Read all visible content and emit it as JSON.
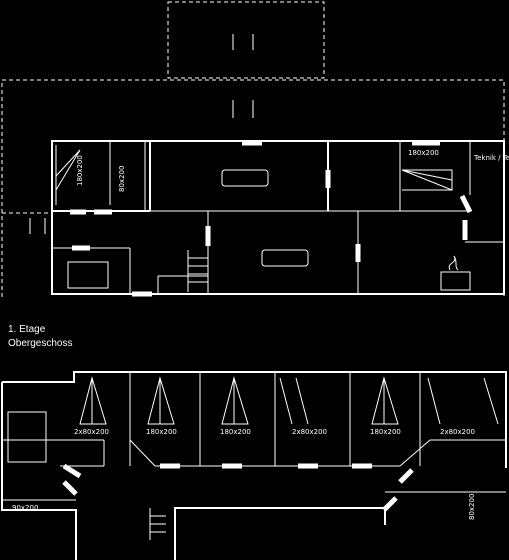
{
  "colors": {
    "background": "#000000",
    "line": "#ffffff"
  },
  "caption": {
    "line1": "1. Etage",
    "line2": "Obergeschoss"
  },
  "ground_floor": {
    "labels": {
      "bed_a": "180x200",
      "bed_b": "80x200",
      "bed_c": "180x200",
      "utility": "Teknik / Technik"
    }
  },
  "upper_floor": {
    "labels": {
      "bed_1": "2x80x200",
      "bed_2": "180x200",
      "bed_3": "180x200",
      "bed_4": "2x80x200",
      "bed_5": "180x200",
      "bed_6": "2x80x200",
      "bed_7": "90x200",
      "bed_8": "80x200"
    }
  }
}
